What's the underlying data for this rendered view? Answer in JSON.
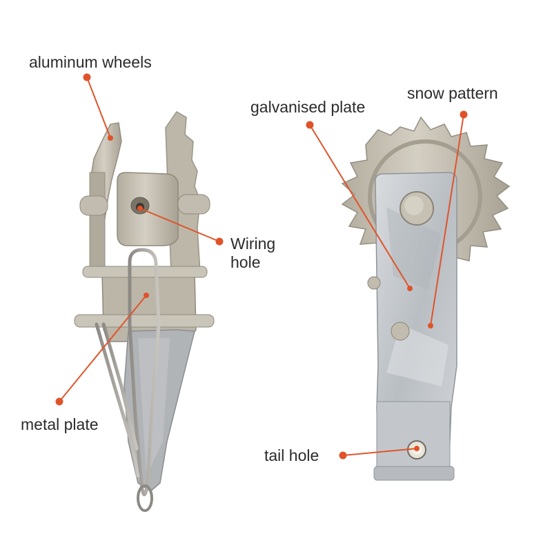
{
  "labels": {
    "aluminum_wheels": "aluminum wheels",
    "galvanised_plate": "galvanised plate",
    "snow_pattern": "snow pattern",
    "wiring_hole_line1": "Wiring",
    "wiring_hole_line2": "hole",
    "metal_plate": "metal plate",
    "tail_hole": "tail hole"
  },
  "colors": {
    "leader": "#e0532a",
    "text": "#2b2b2b",
    "cast_metal": "#c9c3b6",
    "galvanised": "#c8ccd0",
    "background": "#ffffff"
  }
}
